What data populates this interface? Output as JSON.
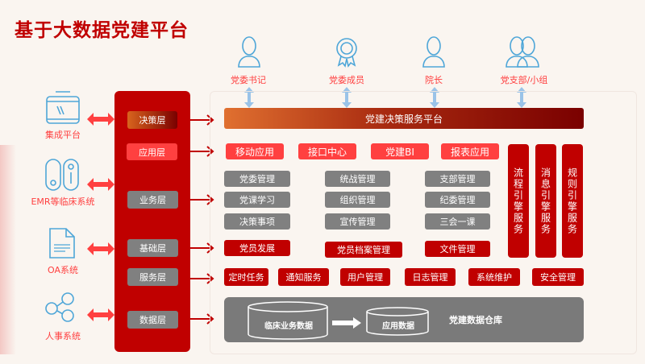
{
  "title": "基于大数据党建平台",
  "sources": [
    {
      "label": "集成平台",
      "icon": "integration-icon"
    },
    {
      "label": "EMR等临床系统",
      "icon": "emr-icon"
    },
    {
      "label": "OA系统",
      "icon": "document-icon"
    },
    {
      "label": "人事系统",
      "icon": "share-nodes-icon"
    }
  ],
  "layers": [
    "决策层",
    "应用层",
    "业务层",
    "基础层",
    "服务层",
    "数据层"
  ],
  "roles": [
    "党委书记",
    "党委成员",
    "院长",
    "党支部/小组"
  ],
  "platform": "党建决策服务平台",
  "apps": [
    "移动应用",
    "接口中心",
    "党建BI",
    "报表应用"
  ],
  "business": [
    [
      "党委管理",
      "党课学习",
      "决策事项"
    ],
    [
      "统战管理",
      "组织管理",
      "宣传管理"
    ],
    [
      "支部管理",
      "纪委管理",
      "三会一课"
    ]
  ],
  "foundation": [
    "党员发展",
    "党员档案管理",
    "文件管理"
  ],
  "engines": [
    "流程引擎服务",
    "消息引擎服务",
    "规则引擎服务"
  ],
  "services": [
    "定时任务",
    "通知服务",
    "用户管理",
    "日志管理",
    "系统维护",
    "安全管理"
  ],
  "data": {
    "source": "临床业务数据",
    "target": "应用数据",
    "warehouse": "党建数据仓库"
  },
  "colors": {
    "red": "#c00000",
    "bright": "#ff4040",
    "gray": "#808080",
    "blue": "#4ea6d8"
  }
}
